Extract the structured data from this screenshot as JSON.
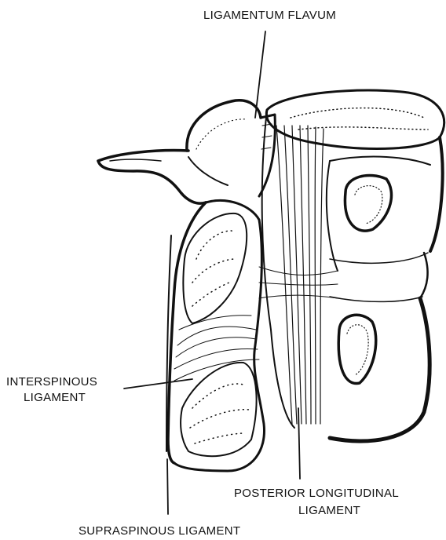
{
  "labels": {
    "ligamentum_flavum": "LIGAMENTUM FLAVUM",
    "interspinous_line1": "INTERSPINOUS",
    "interspinous_line2": "LIGAMENT",
    "posterior_line1": "POSTERIOR LONGITUDINAL",
    "posterior_line2": "LIGAMENT",
    "supraspinous": "SUPRASPINOUS LIGAMENT"
  },
  "colors": {
    "ink": "#111111",
    "paper": "#ffffff"
  }
}
